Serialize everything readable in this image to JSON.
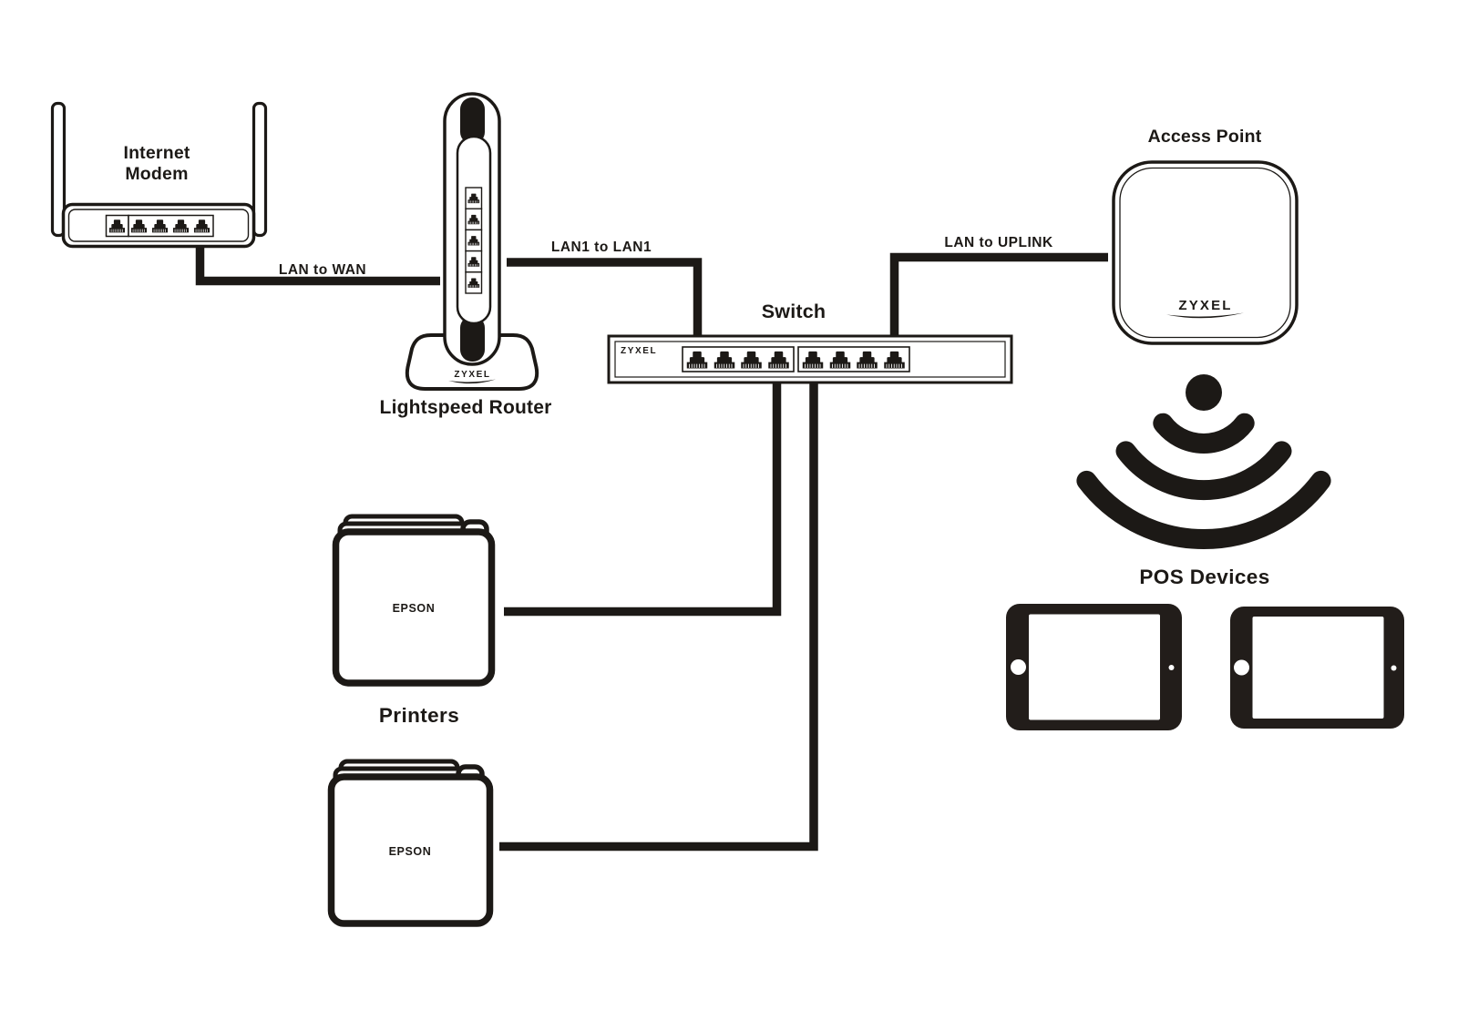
{
  "page": {
    "background": "#ffffff",
    "line_color": "#1c1916"
  },
  "devices": {
    "modem": {
      "label_line1": "Internet",
      "label_line2": "Modem"
    },
    "router": {
      "label": "Lightspeed Router",
      "brand": "ZYXEL"
    },
    "switch": {
      "label": "Switch",
      "brand": "ZYXEL"
    },
    "access_point": {
      "label": "Access Point",
      "brand": "ZYXEL"
    },
    "wifi": {
      "label": "POS Devices"
    },
    "printers": {
      "label": "Printers",
      "printer1_brand": "EPSON",
      "printer2_brand": "EPSON"
    }
  },
  "connections": {
    "modem_to_router": {
      "label": "LAN to WAN"
    },
    "router_to_switch": {
      "label": "LAN1 to LAN1"
    },
    "switch_to_access_point": {
      "label": "LAN to UPLINK"
    }
  }
}
